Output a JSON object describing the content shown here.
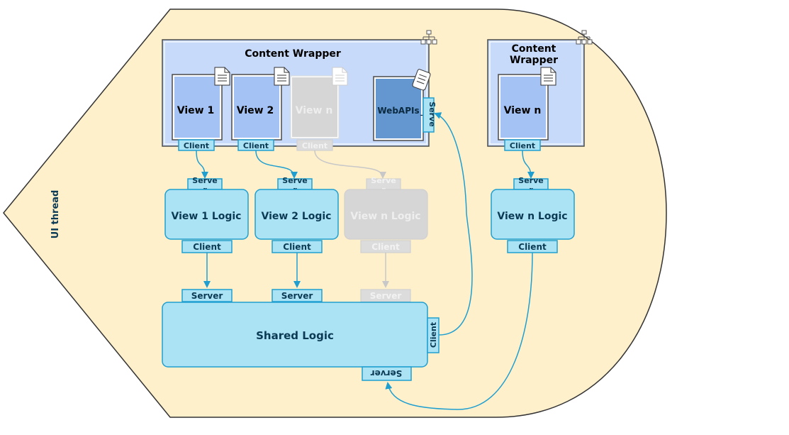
{
  "ui_thread_label": "UI thread",
  "wrappers": {
    "main_title": "Content Wrapper",
    "side_title_line1": "Content",
    "side_title_line2": "Wrapper"
  },
  "views": {
    "view1": "View 1",
    "view2": "View 2",
    "viewn_faded": "View n",
    "webapis": "WebAPIs",
    "viewn": "View n"
  },
  "logic": {
    "view1": "View 1 Logic",
    "view2": "View 2 Logic",
    "viewn_faded": "View n Logic",
    "viewn": "View n Logic",
    "shared": "Shared Logic"
  },
  "ports": {
    "client": "Client",
    "server": "Server",
    "server_wrapped_top": "Serve",
    "server_wrapped_bottom": "r",
    "webapis_server": "Serve",
    "webapis_server_tail": "r",
    "webapis_tail": "_"
  },
  "colors": {
    "thread_bg": "#fff0cc",
    "wrapper_bg": "#c8dafa",
    "view_fill": "#a4c2f4",
    "webapis_fill": "#6497cf",
    "logic_fill": "#abe3f5",
    "port_fill": "#abe3f5",
    "port_border": "#1f9fd0",
    "arrow": "#1f9fd0",
    "faded": "#c8c8c8",
    "label_dark": "#0b3a54"
  }
}
